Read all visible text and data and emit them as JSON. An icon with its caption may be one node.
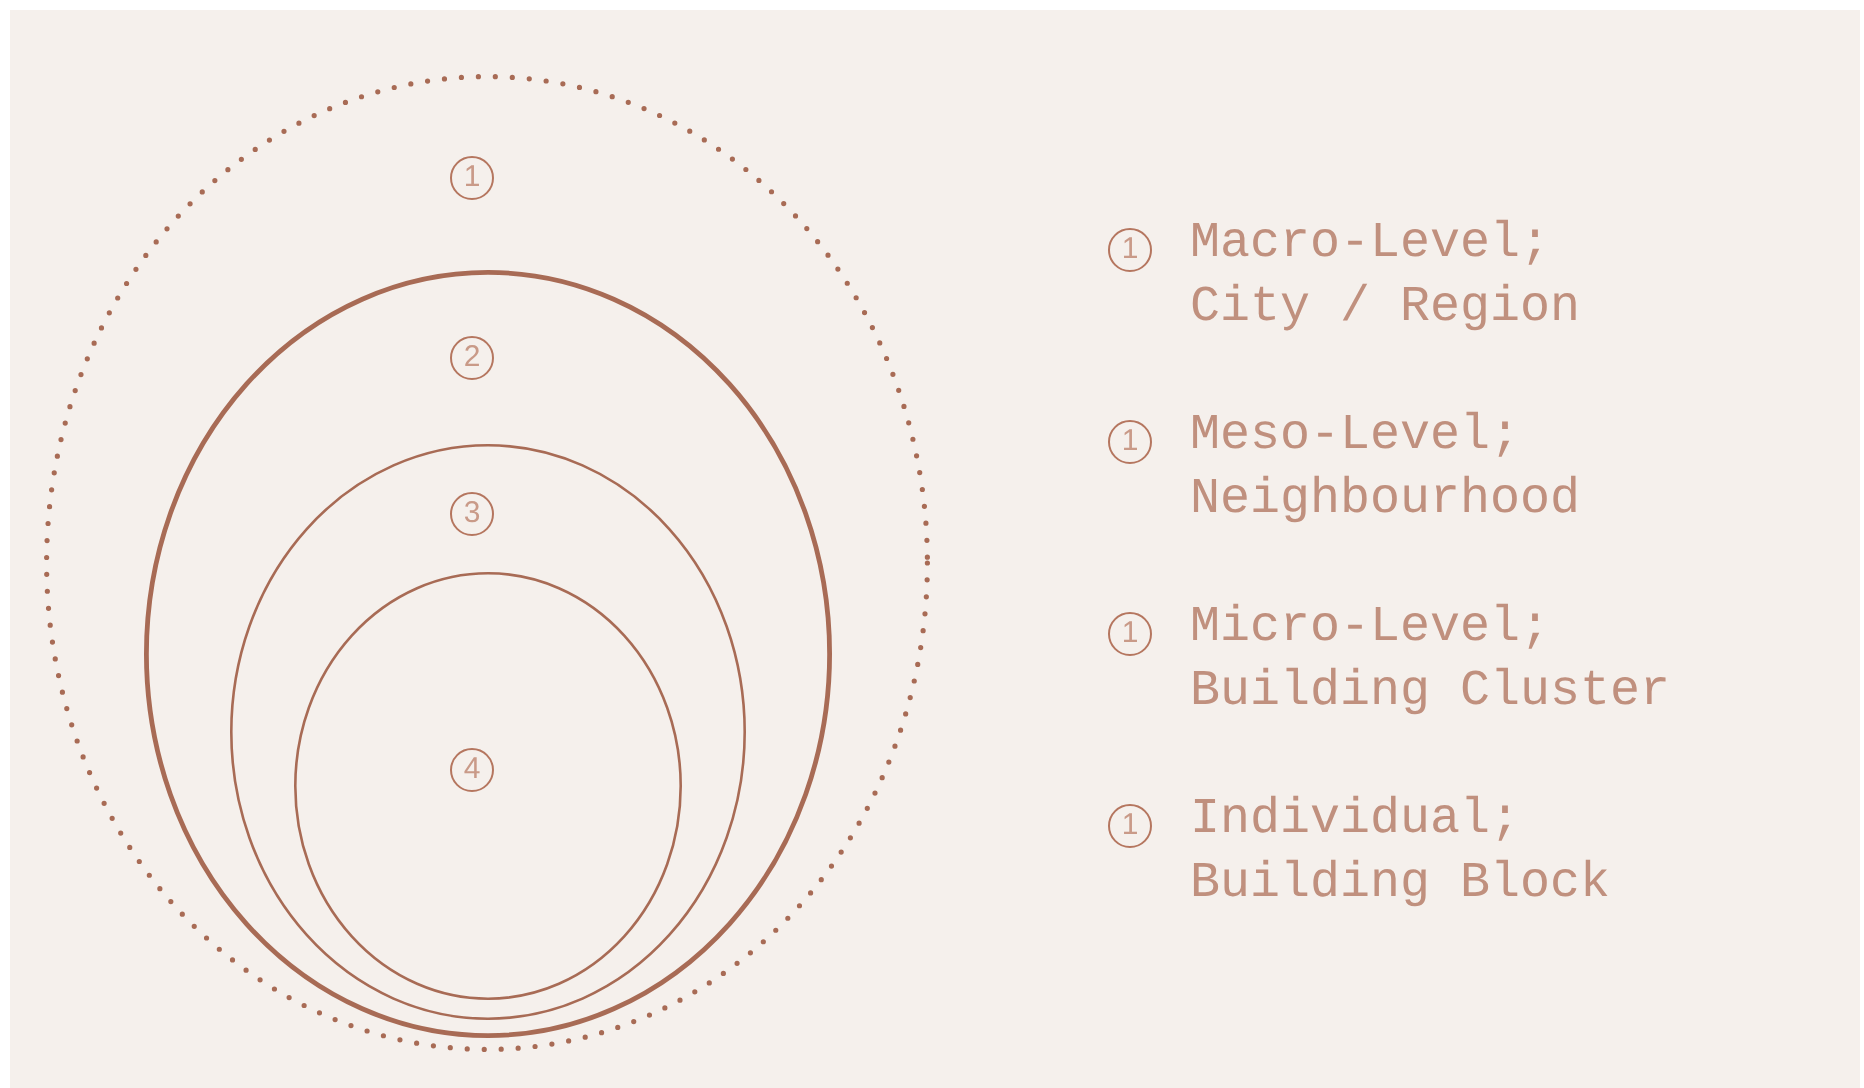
{
  "diagram": {
    "nodes": [
      {
        "text": [
          "1"
        ]
      },
      {
        "text": [
          "2"
        ],
        "in": 0
      },
      {
        "text": [
          "3"
        ],
        "in": 1
      },
      {
        "text": [
          "4"
        ],
        "in": 2
      }
    ],
    "edges": [],
    "labels": [
      "1",
      "1",
      "1",
      "1"
    ],
    "legend": [
      {
        "text": "Macro-Level; City / Region"
      },
      {
        "text": "Meso-Level; Neighbourhood"
      },
      {
        "text": "Micro-Level; Building Cluster"
      },
      {
        "text": "Individual; Building Block"
      }
    ]
  }
}
